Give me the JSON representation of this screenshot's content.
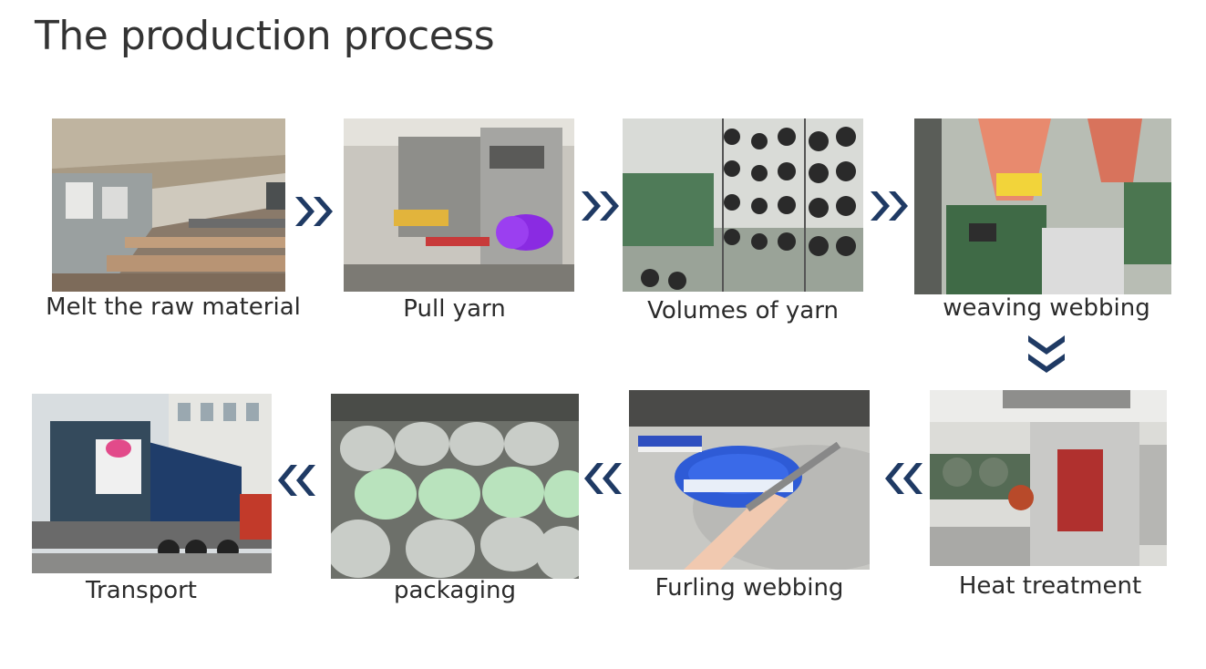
{
  "title": "The production process",
  "colors": {
    "arrow": "#1f3a64",
    "text": "#2b2b2b",
    "title": "#333333"
  },
  "steps": [
    {
      "label": "Melt the raw material",
      "photo": "factory-hall-photo"
    },
    {
      "label": "Pull yarn",
      "photo": "yarn-drawing-machine-photo"
    },
    {
      "label": "Volumes of yarn",
      "photo": "yarn-bobbin-rack-photo"
    },
    {
      "label": "weaving webbing",
      "photo": "weaving-loom-photo"
    },
    {
      "label": "Heat treatment",
      "photo": "heat-treatment-machine-photo"
    },
    {
      "label": "Furling webbing",
      "photo": "furling-webbing-photo"
    },
    {
      "label": "packaging",
      "photo": "packaging-bags-photo"
    },
    {
      "label": "Transport",
      "photo": "shipping-container-truck-photo"
    }
  ],
  "icons": [
    "double-chevron-right-icon",
    "double-chevron-down-icon",
    "double-chevron-left-icon"
  ]
}
